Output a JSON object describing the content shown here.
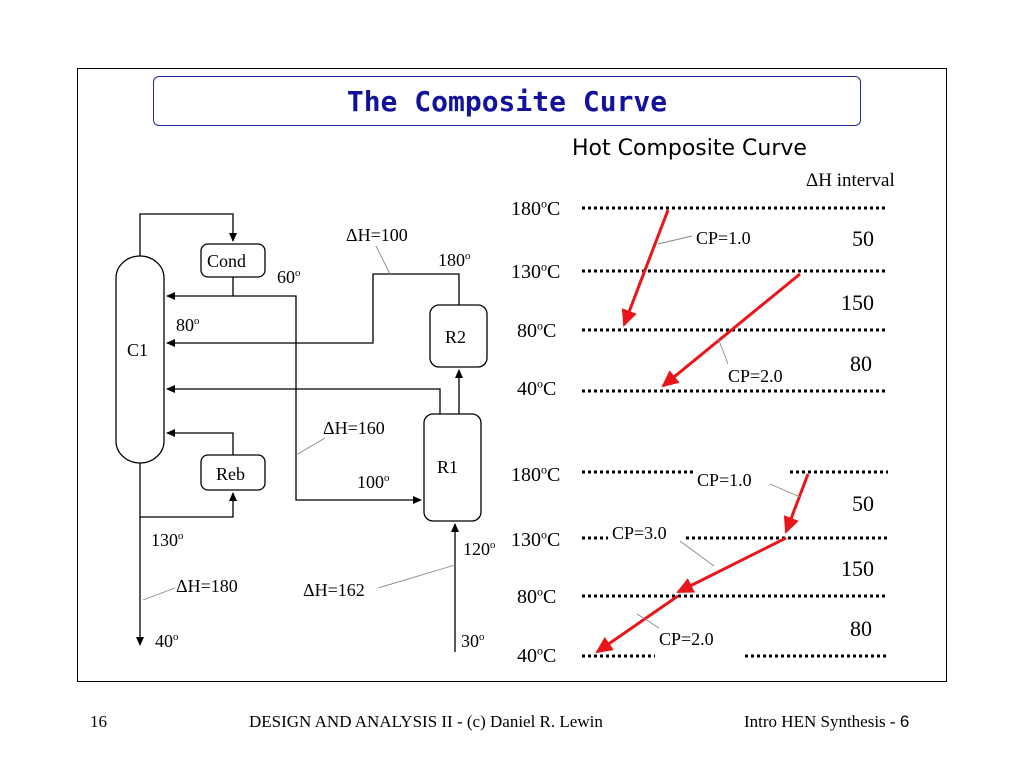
{
  "slide": {
    "title": "The Composite Curve",
    "subtitle": "Hot Composite Curve",
    "dh_interval_label": "ΔH interval"
  },
  "flowsheet": {
    "units": {
      "column": "C1",
      "condenser": "Cond",
      "reboiler": "Reb",
      "reactor1": "R1",
      "reactor2": "R2"
    },
    "labels": {
      "dh100": "ΔH=100",
      "t180": "180",
      "t60": "60",
      "t80": "80",
      "dh160": "ΔH=160",
      "t100": "100",
      "t130": "130",
      "t120": "120",
      "dh180": "ΔH=180",
      "dh162": "ΔH=162",
      "t40": "40",
      "t30": "30",
      "degree_sup": "o"
    }
  },
  "top_chart": {
    "temps": [
      {
        "base": "180",
        "sup": "o",
        "unit": "C"
      },
      {
        "base": "130",
        "sup": "o",
        "unit": "C"
      },
      {
        "base": "80",
        "sup": "o",
        "unit": "C"
      },
      {
        "base": "40",
        "sup": "o",
        "unit": "C"
      }
    ],
    "intervals": [
      "50",
      "150",
      "80"
    ],
    "cp_labels": [
      "CP=1.0",
      "CP=2.0"
    ]
  },
  "bottom_chart": {
    "temps": [
      {
        "base": "180",
        "sup": "o",
        "unit": "C"
      },
      {
        "base": "130",
        "sup": "o",
        "unit": "C"
      },
      {
        "base": "80",
        "sup": "o",
        "unit": "C"
      },
      {
        "base": "40",
        "sup": "o",
        "unit": "C"
      }
    ],
    "intervals": [
      "50",
      "150",
      "80"
    ],
    "cp_labels": [
      "CP=1.0",
      "CP=3.0",
      "CP=2.0"
    ]
  },
  "colors": {
    "title": "#12129a",
    "arrow": "#e8161b",
    "line": "#000000"
  },
  "footer": {
    "page_number": "16",
    "course": "DESIGN AND ANALYSIS II - (c) Daniel R. Lewin",
    "topic": "Intro HEN Synthesis - ",
    "slide_no": "6"
  }
}
